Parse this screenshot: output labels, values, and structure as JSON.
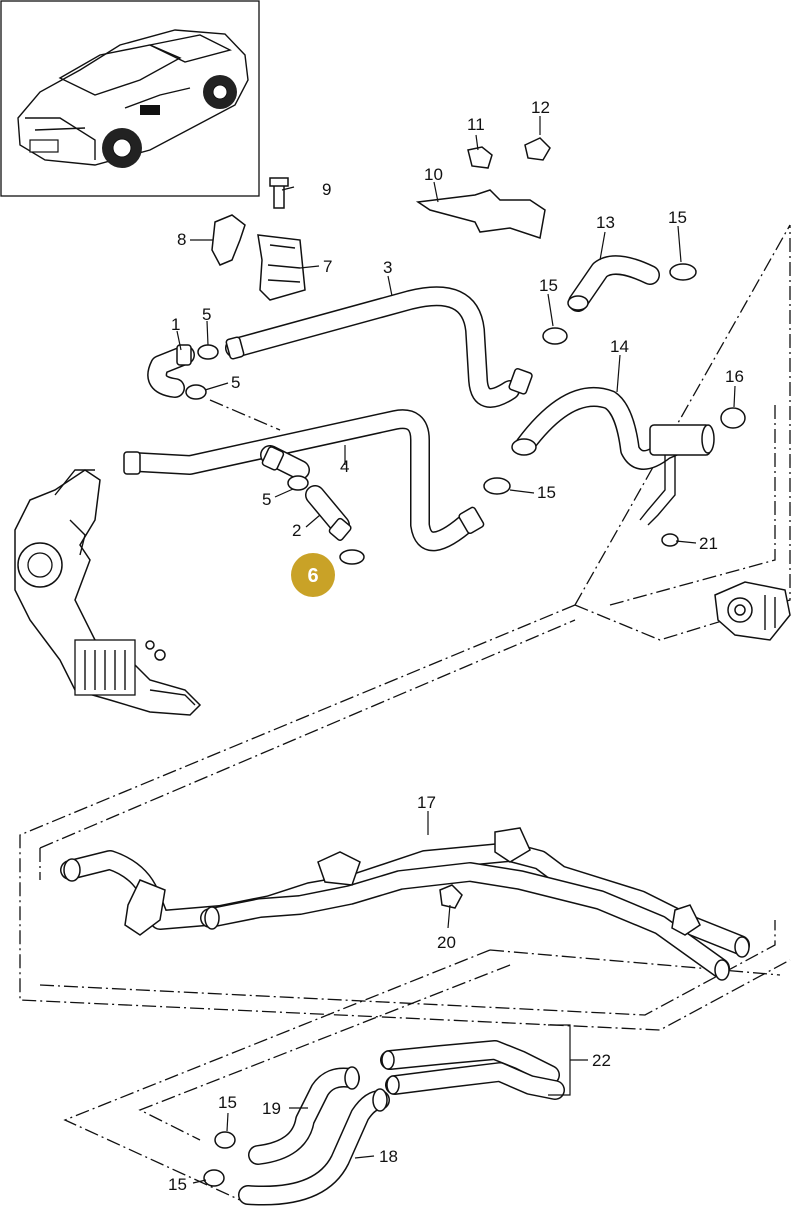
{
  "diagram": {
    "callouts": {
      "c1": "1",
      "c2": "2",
      "c3": "3",
      "c4": "4",
      "c5a": "5",
      "c5b": "5",
      "c5c": "5",
      "c7": "7",
      "c8": "8",
      "c9": "9",
      "c10": "10",
      "c11": "11",
      "c12": "12",
      "c13": "13",
      "c14": "14",
      "c15a": "15",
      "c15b": "15",
      "c15c": "15",
      "c15d": "15",
      "c15e": "15",
      "c16": "16",
      "c17": "17",
      "c18": "18",
      "c19": "19",
      "c20": "20",
      "c21": "21",
      "c22": "22"
    },
    "highlight": {
      "label": "6",
      "color": "#c9a227"
    }
  }
}
